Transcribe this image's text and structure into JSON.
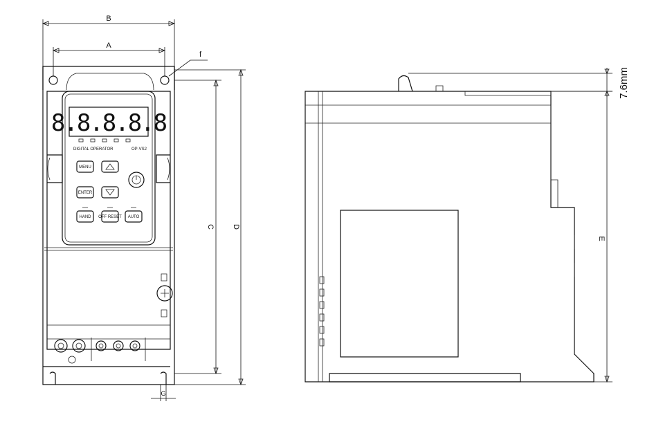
{
  "dimensions": {
    "A": "A",
    "B": "B",
    "C": "C",
    "D": "D",
    "E": "E",
    "f": "f",
    "G": "G",
    "side_top": "7.6mm"
  },
  "operator": {
    "display": "8.8.8.8.8",
    "caption_left": "DIGITAL OPERATOR",
    "caption_right": "OP-VS2",
    "keys": {
      "menu": "MENU",
      "enter": "ENTER",
      "hand": "HAND",
      "stop": "OFF RESET",
      "auto": "AUTO"
    }
  }
}
